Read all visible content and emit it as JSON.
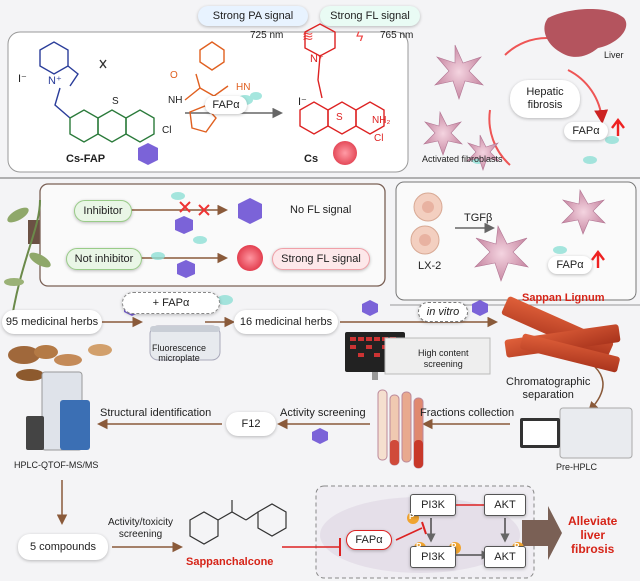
{
  "top": {
    "pa_signal": "Strong PA signal",
    "fl_signal": "Strong FL signal",
    "wl_725": "725 nm",
    "wl_765": "765 nm",
    "probe_name": "Cs-FAP",
    "enzyme": "FAPα",
    "product_name": "Cs",
    "nh": "NH",
    "nh2": "NH₂",
    "cl": "Cl",
    "s": "S",
    "n_plus": "N⁺",
    "iodide": "I⁻",
    "o": "O",
    "hn": "HN",
    "hepatic_fibrosis": "Hepatic\nfibrosis",
    "liver": "Liver",
    "activated_fibroblasts": "Activated fibroblasts",
    "fap_up": "FAPα"
  },
  "screening": {
    "inhibitor": "Inhibitor",
    "not_inhibitor": "Not inhibitor",
    "no_fl": "No FL signal",
    "strong_fl": "Strong FL signal",
    "plus_fap": "+ FAPα",
    "lx2": "LX-2",
    "tgfb": "TGFβ",
    "fap_up": "FAPα"
  },
  "workflow": {
    "herbs_95": "95 medicinal herbs",
    "fluorescence_microplate": "Fluorescence\nmicroplate",
    "herbs_16": "16 medicinal herbs",
    "in_vitro": "in vitro",
    "high_content": "High content\nscreening",
    "sappan": "Sappan Lignum",
    "chromatographic": "Chromatographic\nseparation",
    "pre_hplc": "Pre-HPLC",
    "fractions": "Fractions collection",
    "activity_screening": "Activity screening",
    "f12": "F12",
    "structural": "Structural identification",
    "hplc_ms": "HPLC-QTOF-MS/MS",
    "activity_toxicity": "Activity/toxicity\nscreening",
    "compounds_5": "5 compounds",
    "sappanchalcone": "Sappanchalcone",
    "pi3k": "PI3K",
    "akt": "AKT",
    "p": "P",
    "fap": "FAPα",
    "alleviate": "Alleviate\nliver\nfibrosis"
  },
  "colors": {
    "accent_red": "#d62418",
    "probe_purple": "#7b63d8",
    "product_red": "#e8505b",
    "teal": "#5cc9c0"
  }
}
